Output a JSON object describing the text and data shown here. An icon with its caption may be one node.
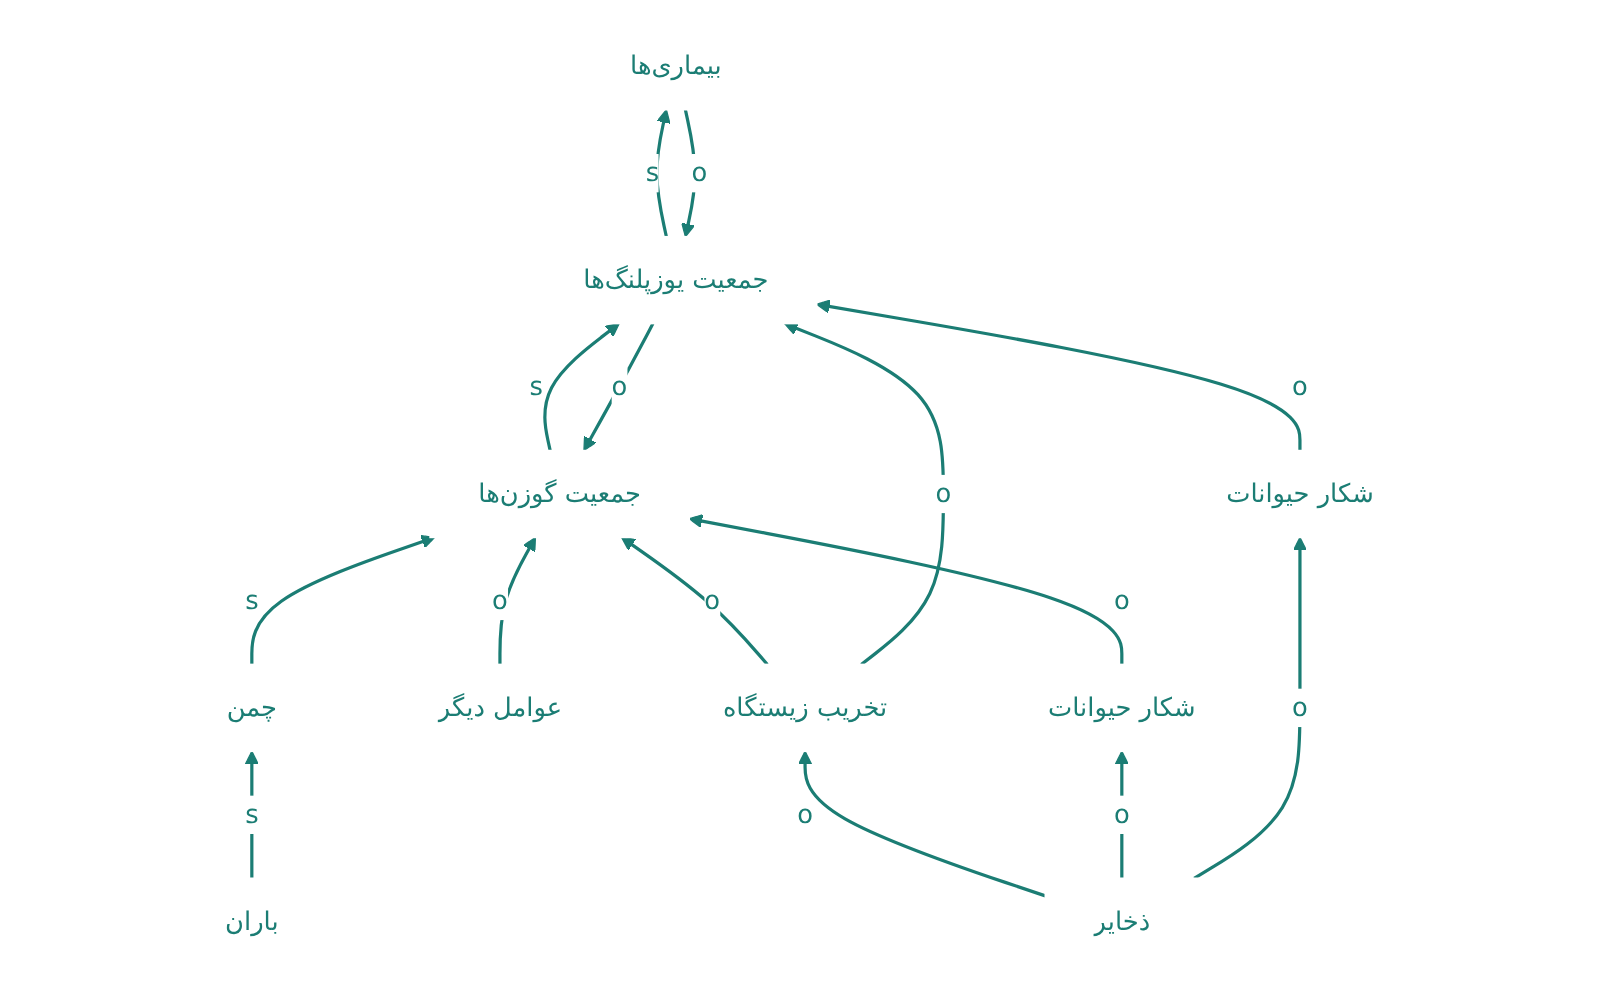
{
  "diagram": {
    "nodes": [
      {
        "text": [
          "باران"
        ]
      },
      {
        "text": [
          "چمن"
        ]
      },
      {
        "text": [
          "عوامل دیگر"
        ]
      },
      {
        "text": [
          "جمعیت گوزن‌ها"
        ]
      },
      {
        "text": [
          "جمعیت یوزپلنگ‌ها"
        ]
      },
      {
        "text": [
          "بیماری‌ها"
        ]
      },
      {
        "text": [
          "تخریب زیستگاه"
        ]
      },
      {
        "text": [
          "شکار حیوانات"
        ]
      },
      {
        "text": [
          "ذخایر"
        ]
      },
      {
        "text": [
          "شکار حیوانات"
        ]
      }
    ],
    "edges": [
      {
        "from": 0,
        "to": 1,
        "arrow": "to",
        "label": "s"
      },
      {
        "from": 1,
        "to": 3,
        "arrow": "to",
        "label": "s"
      },
      {
        "from": 2,
        "to": 3,
        "arrow": "to",
        "label": "o"
      },
      {
        "from": 3,
        "to": 4,
        "arrow": "to",
        "label": "s"
      },
      {
        "from": 4,
        "to": 3,
        "arrow": "to",
        "label": "o"
      },
      {
        "from": 4,
        "to": 5,
        "arrow": "to",
        "label": "s"
      },
      {
        "from": 5,
        "to": 4,
        "arrow": "to",
        "label": "o"
      },
      {
        "from": 6,
        "to": 3,
        "arrow": "to",
        "label": "o"
      },
      {
        "from": 6,
        "to": 4,
        "arrow": "to",
        "label": "o"
      },
      {
        "from": 7,
        "to": 3,
        "arrow": "to",
        "label": "o"
      },
      {
        "from": 9,
        "to": 4,
        "arrow": "to",
        "label": "o"
      },
      {
        "from": 8,
        "to": 6,
        "arrow": "to",
        "label": "o"
      },
      {
        "from": 8,
        "to": 7,
        "arrow": "to",
        "label": "o"
      },
      {
        "from": 8,
        "to": 9,
        "arrow": "to",
        "label": "o"
      }
    ]
  }
}
